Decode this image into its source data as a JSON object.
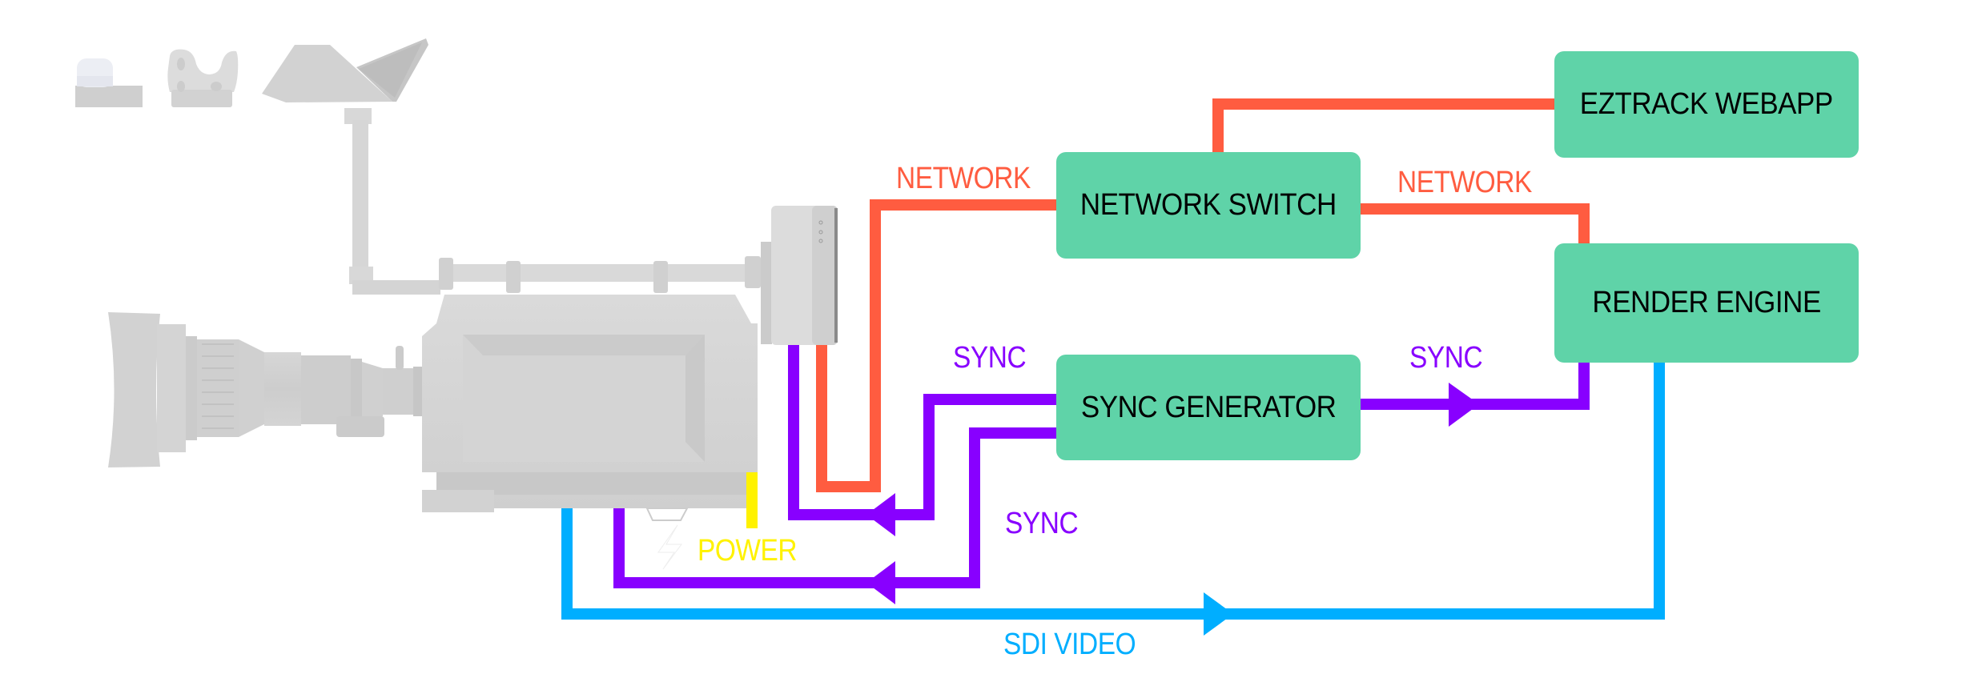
{
  "diagram": {
    "title": "Camera tracking system wiring diagram",
    "colors": {
      "box_fill": "#5fd3a8",
      "box_text": "#000000",
      "network": "#ff5c40",
      "sync": "#8800ff",
      "sdi_video": "#00aeff",
      "power": "#fff200",
      "hardware": "#d6d6d6"
    },
    "nodes": [
      {
        "id": "eztrack_webapp",
        "label": "EZTRACK WEBAPP"
      },
      {
        "id": "network_switch",
        "label": "NETWORK SWITCH"
      },
      {
        "id": "render_engine",
        "label": "RENDER ENGINE"
      },
      {
        "id": "sync_generator",
        "label": "SYNC GENERATOR"
      }
    ],
    "hardware": [
      {
        "id": "camera",
        "label": "Broadcast camera with zoom lens",
        "icon": "camera-icon"
      },
      {
        "id": "tracker",
        "label": "Tracking unit mounted on camera",
        "icon": "tracker-icon"
      },
      {
        "id": "light_puck",
        "label": "Light puck accessory",
        "icon": "light-puck-icon"
      },
      {
        "id": "vive_tracker",
        "label": "Tracker puck accessory",
        "icon": "puck-tracker-icon"
      },
      {
        "id": "monitor_hood",
        "label": "Monitor hood on pole mount",
        "icon": "monitor-icon"
      }
    ],
    "edges": [
      {
        "id": "net_tracker_switch",
        "type": "network",
        "from": "tracker",
        "to": "network_switch",
        "label": "NETWORK"
      },
      {
        "id": "net_switch_webapp",
        "type": "network",
        "from": "network_switch",
        "to": "eztrack_webapp",
        "label": ""
      },
      {
        "id": "net_switch_render",
        "type": "network",
        "from": "network_switch",
        "to": "render_engine",
        "label": "NETWORK"
      },
      {
        "id": "sync_gen_tracker",
        "type": "sync",
        "from": "sync_generator",
        "to": "tracker",
        "label": "SYNC"
      },
      {
        "id": "sync_gen_camera",
        "type": "sync",
        "from": "sync_generator",
        "to": "camera",
        "label": "SYNC"
      },
      {
        "id": "sync_gen_render",
        "type": "sync",
        "from": "sync_generator",
        "to": "render_engine",
        "label": "SYNC"
      },
      {
        "id": "sdi_camera_render",
        "type": "sdi_video",
        "from": "camera",
        "to": "render_engine",
        "label": "SDI VIDEO"
      },
      {
        "id": "power_camera",
        "type": "power",
        "from": "camera",
        "to": "",
        "label": "POWER"
      }
    ],
    "labels": {
      "network_left": "NETWORK",
      "network_right": "NETWORK",
      "sync_upper": "SYNC",
      "sync_lower": "SYNC",
      "sync_right": "SYNC",
      "power": "POWER",
      "sdi_video": "SDI VIDEO"
    },
    "icons": {
      "power": "lightning-bolt-icon"
    }
  }
}
